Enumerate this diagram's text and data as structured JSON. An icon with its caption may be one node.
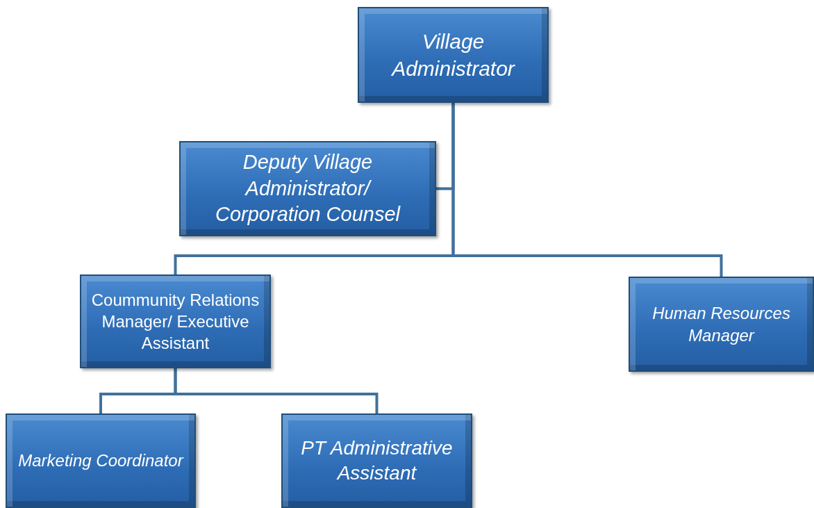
{
  "diagram": {
    "nodes": [
      {
        "text": [
          "Village Administrator"
        ]
      },
      {
        "text": [
          "Deputy Village Administrator/ Corporation Counsel"
        ]
      },
      {
        "text": [
          "Coummunity Relations Manager/ Executive Assistant"
        ]
      },
      {
        "text": [
          "Human Resources Manager"
        ]
      },
      {
        "text": [
          "Marketing Coordinator"
        ]
      },
      {
        "text": [
          "PT Administrative Assistant"
        ]
      }
    ],
    "edges": [
      {
        "from": 0,
        "to": 1,
        "arrow": "none"
      },
      {
        "from": 0,
        "to": 2,
        "arrow": "none"
      },
      {
        "from": 0,
        "to": 3,
        "arrow": "none"
      },
      {
        "from": 2,
        "to": 4,
        "arrow": "none"
      },
      {
        "from": 2,
        "to": 5,
        "arrow": "none"
      }
    ]
  }
}
